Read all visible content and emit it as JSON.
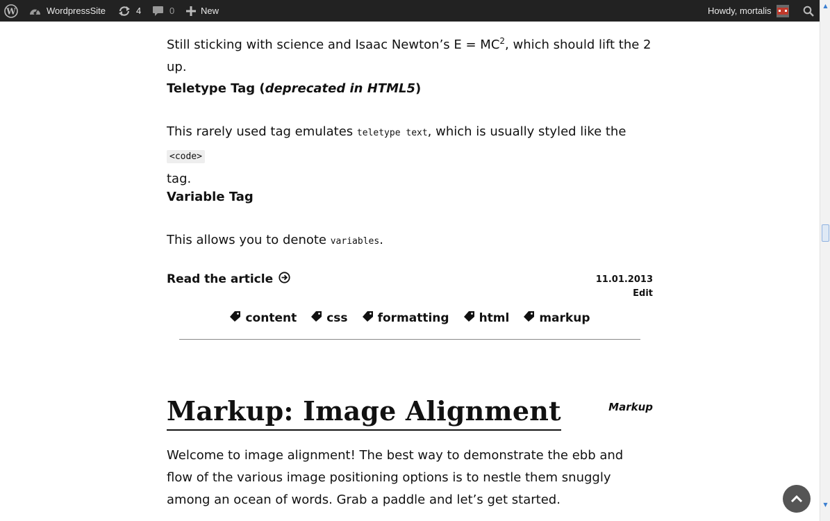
{
  "adminbar": {
    "site_name": "WordpressSite",
    "updates_count": "4",
    "comments_count": "0",
    "new_label": "New",
    "greeting": "Howdy, mortalis"
  },
  "post1": {
    "sup_text_before": "Still sticking with science and Isaac Newton’s E = MC",
    "sup_value": "2",
    "sup_text_after": ", which should lift the 2 up.",
    "teletype_heading": "Teletype Tag (",
    "teletype_heading_em": "deprecated in HTML5",
    "teletype_heading_close": ")",
    "teletype_p_before": "This rarely used tag emulates ",
    "teletype_code": "teletype text",
    "teletype_p_middle": ", which is usually styled like the ",
    "teletype_code2": "<code>",
    "teletype_p_after": "tag.",
    "variable_heading": "Variable Tag",
    "variable_p_before": "This allows you to denote ",
    "variable_code": "variables",
    "variable_p_after": ".",
    "read_more": "Read the article",
    "date": "11.01.2013",
    "edit": "Edit",
    "tags": [
      "content",
      "css",
      "formatting",
      "html",
      "markup"
    ]
  },
  "post2": {
    "title": "Markup: Image Alignment",
    "category": "Markup",
    "intro": "Welcome to image alignment! The best way to demonstrate the ebb and flow of the various image positioning options is to nestle them snuggly among an ocean of words. Grab a paddle and let’s get started."
  },
  "icons": {
    "wp_logo": "wordpress-logo-icon",
    "dashboard": "dashboard-icon",
    "updates": "updates-icon",
    "comments": "comment-bubble-icon",
    "new": "plus-icon",
    "search": "search-icon",
    "tag": "tag-icon",
    "arrow": "circle-arrow-right-icon",
    "top": "chevron-up-icon"
  }
}
